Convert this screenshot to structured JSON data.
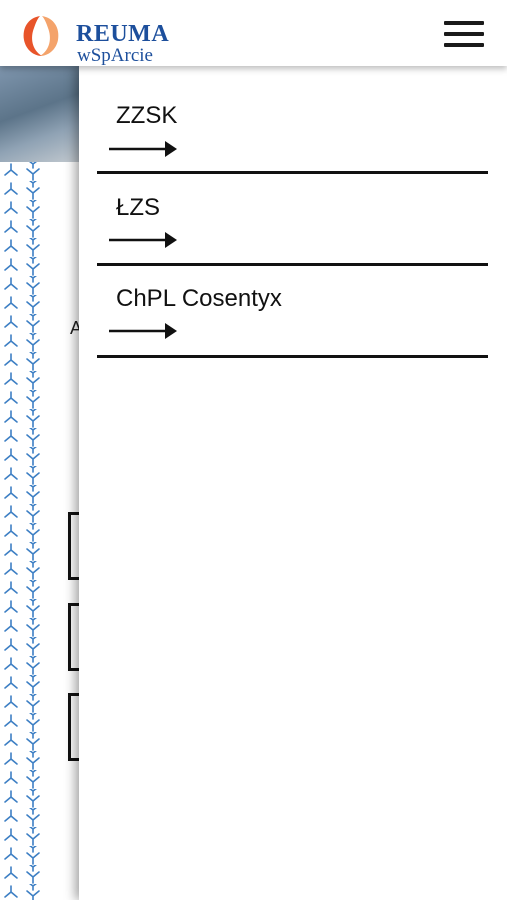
{
  "header": {
    "brand_line1": "REUMA",
    "brand_line2": "wSpArcie",
    "menu_icon": "hamburger-menu-icon"
  },
  "background": {
    "partial_letter": "A"
  },
  "drawer": {
    "items": [
      {
        "label": "ZZSK",
        "icon": "arrow-right-icon"
      },
      {
        "label": "ŁZS",
        "icon": "arrow-right-icon"
      },
      {
        "label": "ChPL Cosentyx",
        "icon": "arrow-right-icon"
      }
    ]
  },
  "colors": {
    "brand_blue": "#1d4f9c",
    "brand_orange": "#e8542a",
    "pattern_blue": "#3d7fc4",
    "text_dark": "#111111"
  }
}
